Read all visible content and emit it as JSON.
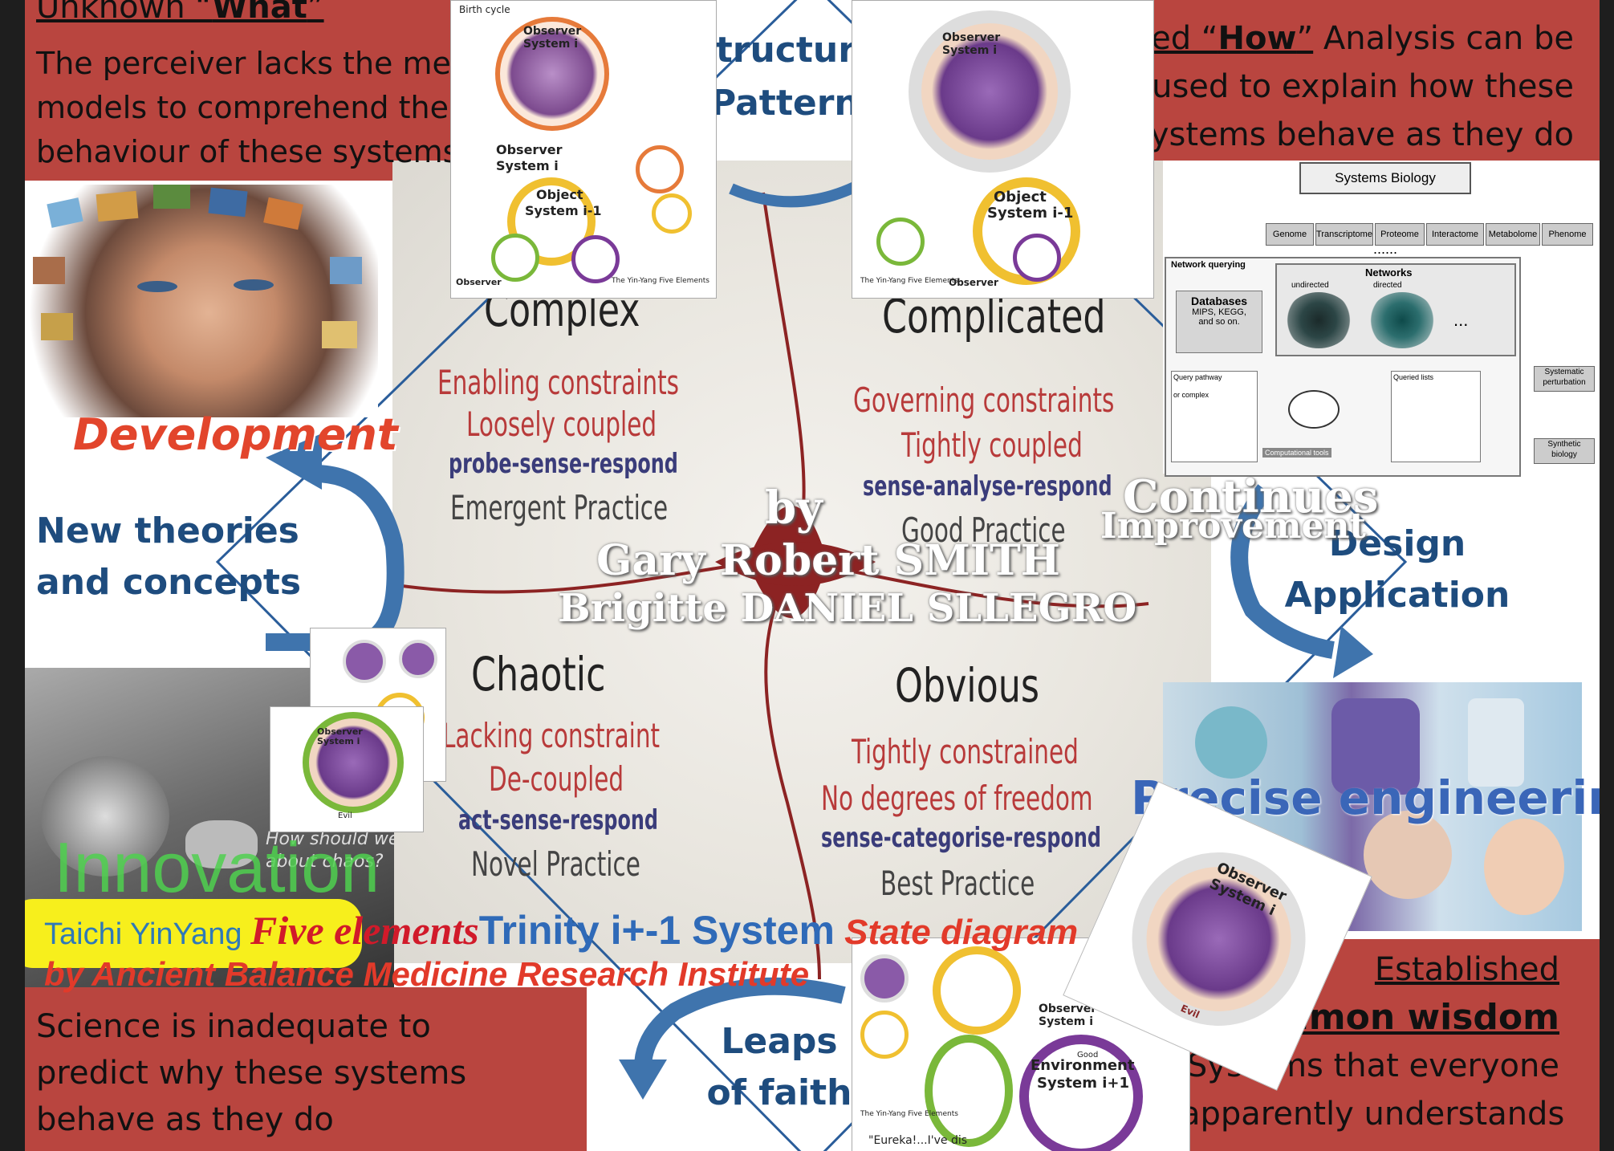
{
  "corners": {
    "top_left": {
      "heading_pre": "Unknown “",
      "heading_bold": "What",
      "heading_post": "”",
      "body": [
        "The perceiver lacks the mental",
        "models to comprehend the",
        "behaviour of these systems"
      ]
    },
    "top_right": {
      "heading_pre": "Limited “",
      "heading_bold": "How",
      "heading_post": "”",
      "body": [
        "Analysis can be",
        "used to explain how these",
        "systems behave as they do"
      ]
    },
    "bottom_left": {
      "body": [
        "Science is inadequate to",
        "predict why these systems",
        "behave as they do"
      ]
    },
    "bottom_right": {
      "heading1": "Established",
      "heading2": "common wisdom",
      "body": [
        "Systems that everyone",
        "apparently understands"
      ]
    }
  },
  "cycle_labels": {
    "top": [
      "Structures",
      "Patterns"
    ],
    "left": [
      "New theories",
      "and concepts"
    ],
    "right": [
      "Design",
      "Application"
    ],
    "bottom": [
      "Leaps",
      "of faith"
    ]
  },
  "overlays": {
    "development": "Development",
    "innovation": "Innovation",
    "continues": "Continues",
    "improvement": "Improvement",
    "precise": "Precise engineering",
    "by": "by",
    "author1": "Gary Robert SMITH",
    "author2": "Brigitte DANIEL  SLLEGRO"
  },
  "quadrants": {
    "complex": {
      "title": "Complex",
      "lines": [
        "Enabling constraints",
        "Loosely coupled",
        "probe-sense-respond",
        "Emergent Practice"
      ]
    },
    "complicated": {
      "title": "Complicated",
      "lines": [
        "Governing constraints",
        "Tightly coupled",
        "sense-analyse-respond",
        "Good Practice"
      ]
    },
    "chaotic": {
      "title": "Chaotic",
      "lines": [
        "Lacking constraint",
        "De-coupled",
        "act-sense-respond",
        "Novel Practice"
      ]
    },
    "obvious": {
      "title": "Obvious",
      "lines": [
        "Tightly constrained",
        "No degrees of freedom",
        "sense-categorise-respond",
        "Best Practice"
      ]
    }
  },
  "banner": {
    "taichi": "Taichi YinYang ",
    "five": "Five elements",
    "trinity": "Trinity i+-1 System",
    "state": " State diagram",
    "institute": "by Ancient Balance Medicine Research Institute"
  },
  "systems_biology": {
    "title": "Systems Biology",
    "omics": [
      "Genome",
      "Transcriptome",
      "Proteome",
      "Interactome",
      "Metabolome",
      "Phenome"
    ],
    "dots": "......",
    "network_querying": "Network querying",
    "databases": "Databases",
    "databases_sub": [
      "MIPS, KEGG,",
      "and so on."
    ],
    "networks": "Networks",
    "undirected": "undirected",
    "directed": "directed",
    "ellipsis": "...",
    "query_pathway": "Query pathway",
    "or_complex": "or complex",
    "queried_lists": "Queried lists",
    "computational_tools": "Computational tools",
    "systematic": [
      "Systematic",
      "perturbation"
    ],
    "synthetic": [
      "Synthetic",
      "biology"
    ]
  },
  "mini_diagram": {
    "observer": "Observer",
    "system_i": "System i",
    "object": "Object",
    "system_im1": "System i-1",
    "environment": "Environment",
    "system_ip1": "System i+1",
    "evil": "Evil",
    "good": "Good",
    "birth_cycle": "Birth cycle",
    "footer": "The Yin-Yang Five Elements"
  },
  "einstein_caption": [
    "How should we think",
    "about chaos?"
  ],
  "eureka": "\"Eureka!...I've dis",
  "colors": {
    "red_panel": "#b9453f",
    "blue": "#1e4c7e",
    "arrow_blue": "#3f74ad",
    "crimson": "#d11a2a",
    "banner_yellow": "#f7ef1c"
  }
}
